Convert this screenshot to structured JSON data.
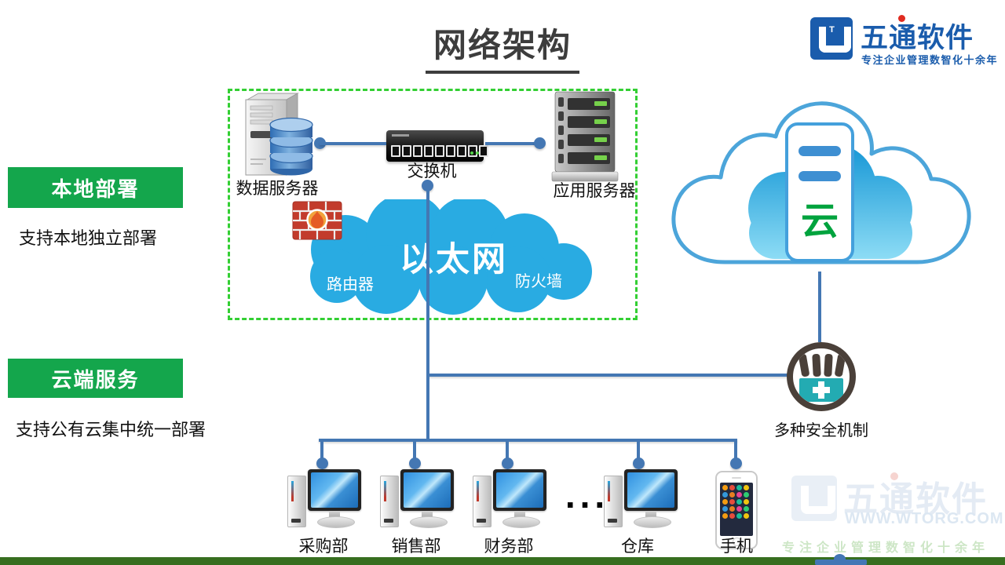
{
  "title": "网络架构",
  "logo": {
    "name": "五通软件",
    "tagline": "专注企业管理数智化十余年"
  },
  "sections": {
    "local": {
      "badge": "本地部署",
      "desc": "支持本地独立部署"
    },
    "cloud": {
      "badge": "云端服务",
      "desc": "支持公有云集中统一部署"
    }
  },
  "lan": {
    "data_server": "数据服务器",
    "switch": "交换机",
    "app_server": "应用服务器",
    "ethernet": "以太网",
    "router": "路由器",
    "firewall": "防火墙"
  },
  "public_cloud": {
    "label": "云"
  },
  "security": {
    "label": "多种安全机制"
  },
  "endpoints": {
    "labels": [
      "采购部",
      "销售部",
      "财务部",
      "仓库",
      "手机"
    ],
    "ellipsis": "..."
  },
  "watermark": {
    "name": "五通软件",
    "url": "WWW.WTORG.COM",
    "tagline": "专注企业管理数智化十余年"
  },
  "colors": {
    "accent_green": "#14a64c",
    "dashed_green": "#33cf33",
    "line_blue": "#4477b3",
    "ethernet_blue": "#29abe2",
    "cloud_outline": "#4ca5da",
    "firewall_red": "#c23b2c",
    "footer_green": "#376e1f",
    "brand_blue": "#1a5cac",
    "yun_green": "#00a33e"
  }
}
